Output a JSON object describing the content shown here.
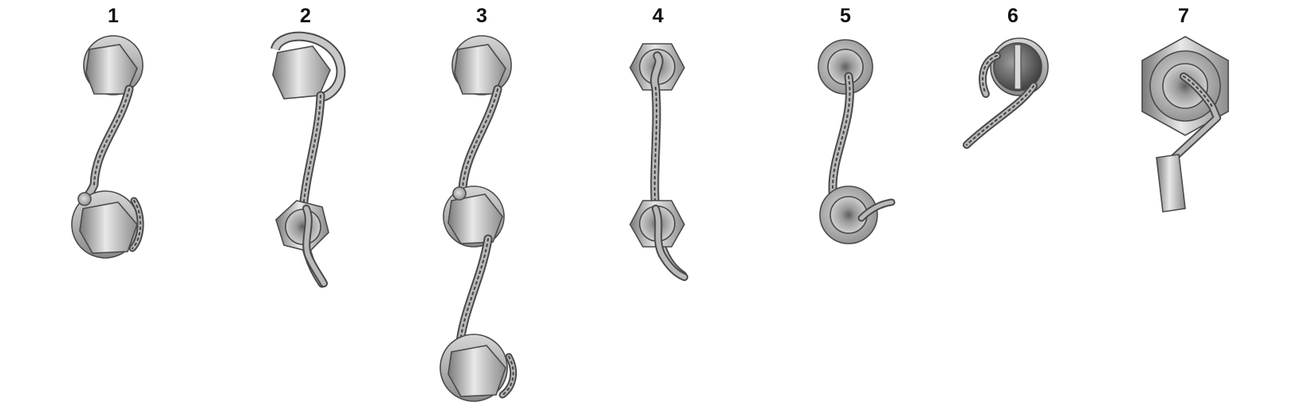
{
  "figures": [
    {
      "number": "1",
      "fastener": "hex-head",
      "count": 2
    },
    {
      "number": "2",
      "fastener": "hex-castle",
      "count": 2
    },
    {
      "number": "3",
      "fastener": "hex-head",
      "count": 3
    },
    {
      "number": "4",
      "fastener": "castle-nut",
      "count": 2
    },
    {
      "number": "5",
      "fastener": "round-castle",
      "count": 2
    },
    {
      "number": "6",
      "fastener": "slotted-screw",
      "count": 1
    },
    {
      "number": "7",
      "fastener": "hex-nut-with-crimp",
      "count": 1
    }
  ]
}
